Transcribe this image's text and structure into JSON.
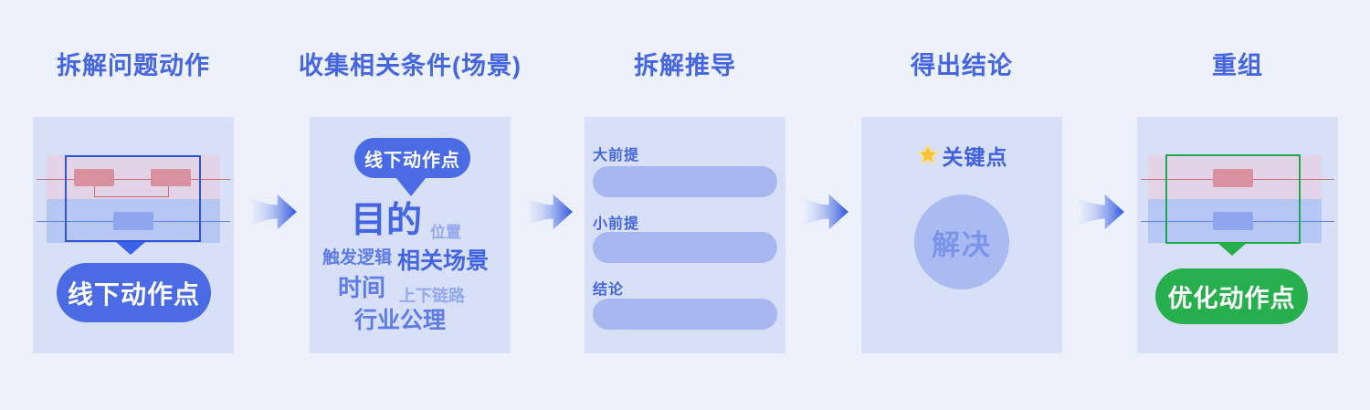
{
  "steps": [
    {
      "title": "拆解问题动作",
      "pill": "线下动作点"
    },
    {
      "title": "收集相关条件(场景)",
      "bubble": "线下动作点",
      "cloud": [
        "目的",
        "位置",
        "触发逻辑",
        "相关场景",
        "时间",
        "上下链路",
        "行业公理"
      ]
    },
    {
      "title": "拆解推导",
      "rows": [
        "大前提",
        "小前提",
        "结论"
      ]
    },
    {
      "title": "得出结论",
      "key_point": "关键点",
      "circle_text": "解决"
    },
    {
      "title": "重组",
      "pill": "优化动作点"
    }
  ],
  "icons": {
    "arrow": "arrow-right-icon",
    "star": "star-icon",
    "callout_tail": "triangle-down-icon"
  },
  "colors": {
    "page_background": "#edf1fb",
    "panel_background": "#d8e0f7",
    "accent_blue": "#4566e0",
    "action_blue": "#4a6be4",
    "light_fill": "#a7b7ef",
    "circle_text": "#7b95ea",
    "cloud_light": "#93a9ee",
    "pink_band": "#e2d3e6",
    "pink_node": "#d9909f",
    "red_line": "#cf6f79",
    "blue_band": "#b7c7f3",
    "blue_node": "#8da6ee",
    "blue_line": "#5e80da",
    "frame_blue": "#2e55d9",
    "success_green": "#27ae4d",
    "frame_green": "#1fa854",
    "star_gold": "#f7c437"
  }
}
